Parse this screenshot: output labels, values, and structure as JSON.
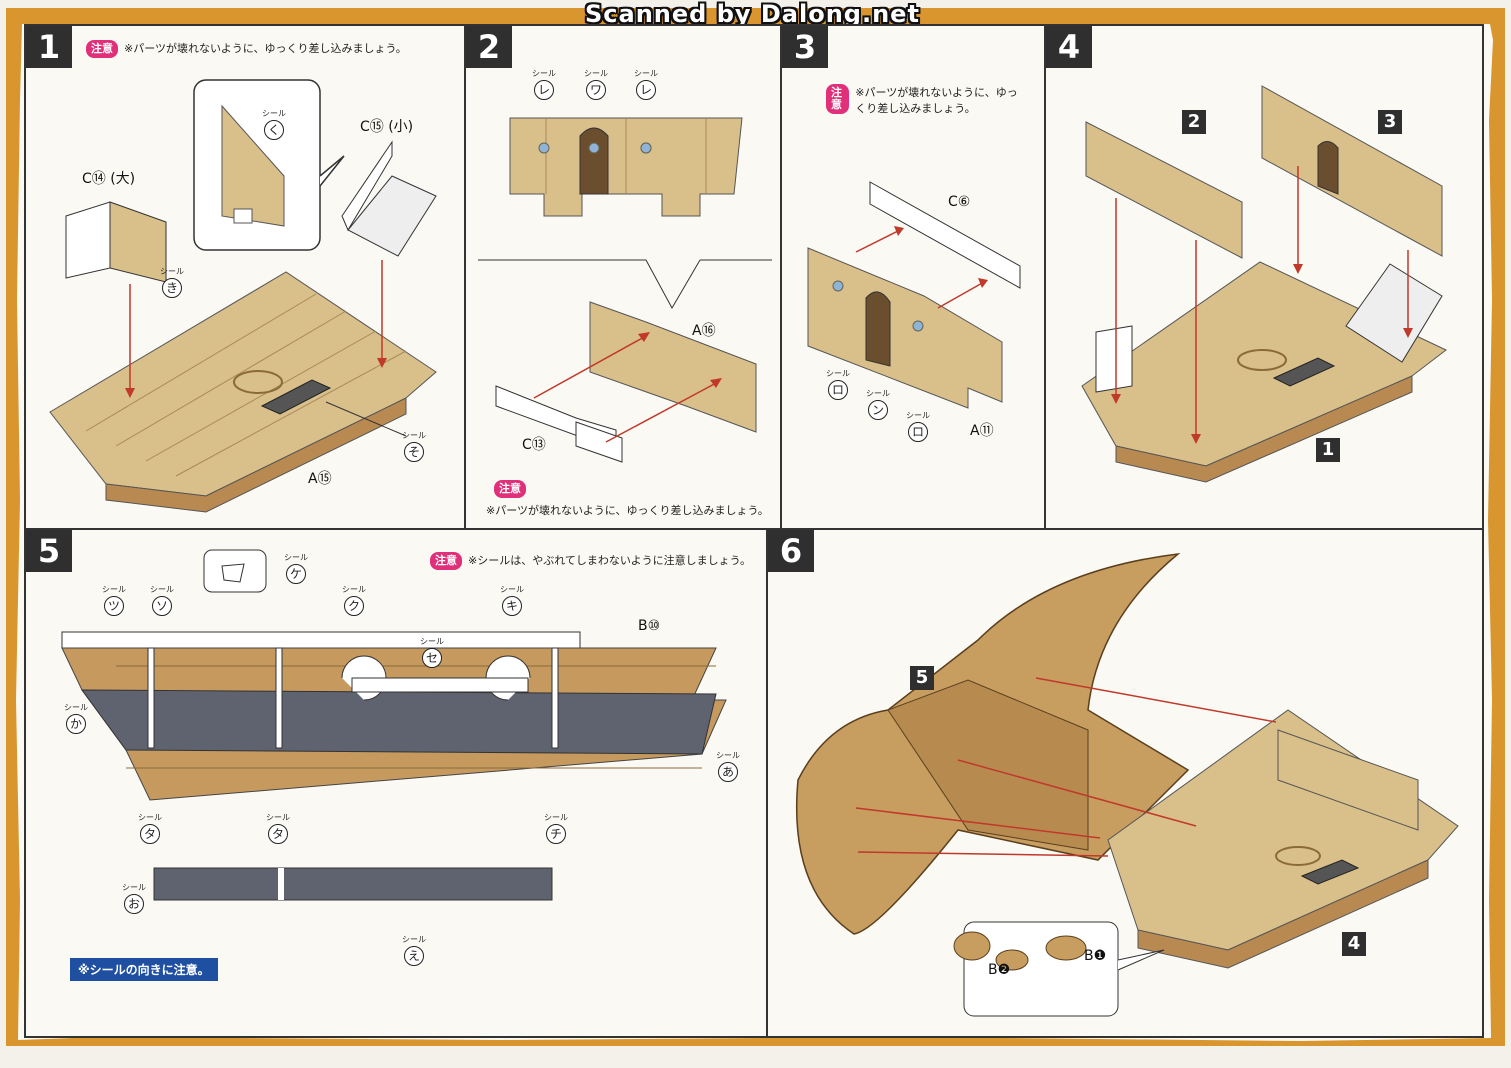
{
  "watermark": "Scanned by Dalong.net",
  "caution_badge": "注意",
  "steps": [
    {
      "num": "1",
      "caution": "※パーツが壊れないように、ゆっくり差し込みましょう。",
      "parts": [
        "C⑭ (大)",
        "C⑮ (小)",
        "A⑮"
      ],
      "seals": [
        {
          "label": "シール",
          "kana": "く"
        },
        {
          "label": "シール",
          "kana": "き"
        },
        {
          "label": "シール",
          "kana": "そ"
        }
      ]
    },
    {
      "num": "2",
      "caution": "※パーツが壊れないように、ゆっくり差し込みましょう。",
      "parts": [
        "A⑯",
        "C⑬"
      ],
      "seals": [
        {
          "label": "シール",
          "kana": "レ"
        },
        {
          "label": "シール",
          "kana": "ワ"
        },
        {
          "label": "シール",
          "kana": "レ"
        }
      ]
    },
    {
      "num": "3",
      "caution": "※パーツが壊れないように、ゆっくり差し込みましょう。",
      "parts": [
        "C⑥",
        "A⑪"
      ],
      "seals": [
        {
          "label": "シール",
          "kana": "ロ"
        },
        {
          "label": "シール",
          "kana": "ン"
        },
        {
          "label": "シール",
          "kana": "ロ"
        }
      ]
    },
    {
      "num": "4",
      "refs": [
        "2",
        "3",
        "1"
      ]
    },
    {
      "num": "5",
      "caution": "※シールは、やぶれてしまわないように注意しましょう。",
      "parts": [
        "B⑩"
      ],
      "seals": [
        {
          "label": "シール",
          "kana": "ケ"
        },
        {
          "label": "シール",
          "kana": "ツ"
        },
        {
          "label": "シール",
          "kana": "ソ"
        },
        {
          "label": "シール",
          "kana": "ク"
        },
        {
          "label": "シール",
          "kana": "キ"
        },
        {
          "label": "シール",
          "kana": "セ"
        },
        {
          "label": "シール",
          "kana": "か"
        },
        {
          "label": "シール",
          "kana": "あ"
        },
        {
          "label": "シール",
          "kana": "タ"
        },
        {
          "label": "シール",
          "kana": "タ"
        },
        {
          "label": "シール",
          "kana": "チ"
        },
        {
          "label": "シール",
          "kana": "お"
        },
        {
          "label": "シール",
          "kana": "え"
        }
      ],
      "note": "※シールの向きに注意。"
    },
    {
      "num": "6",
      "refs": [
        "5",
        "4"
      ],
      "parts": [
        "B❷",
        "B❶"
      ]
    }
  ],
  "colors": {
    "wood": "#d9bf8a",
    "wood_dark": "#b88a52",
    "hull_band": "#5f6370",
    "border": "#c8892c",
    "ink": "#2f2f2f",
    "arrow": "#c0392b"
  }
}
